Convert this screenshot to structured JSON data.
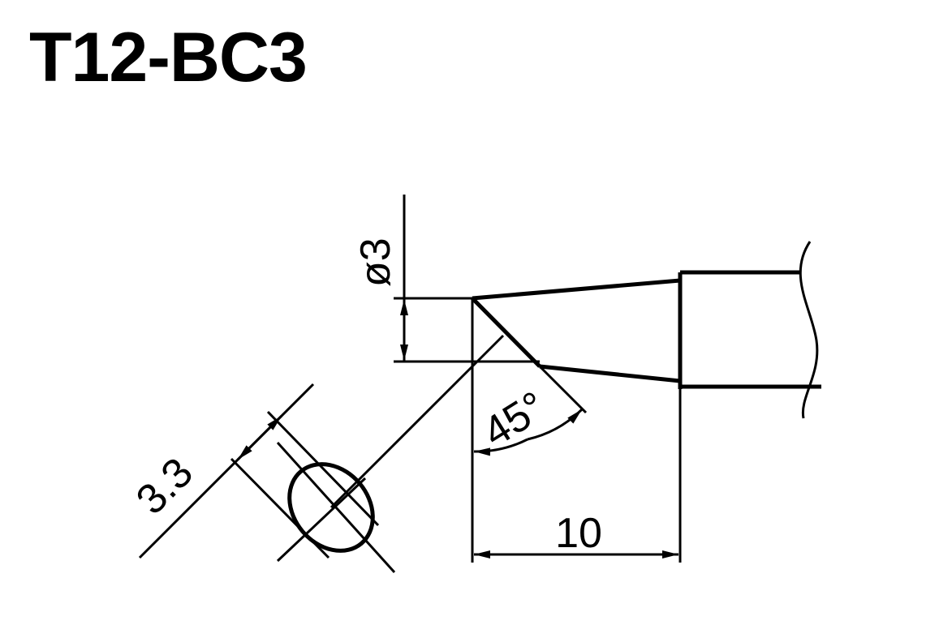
{
  "title": "T12-BC3",
  "dimensions": {
    "diameter": "ø3",
    "length": "10",
    "angle": "45°",
    "bevel_width": "3.3"
  },
  "colors": {
    "line": "#000000",
    "background": "#ffffff"
  }
}
